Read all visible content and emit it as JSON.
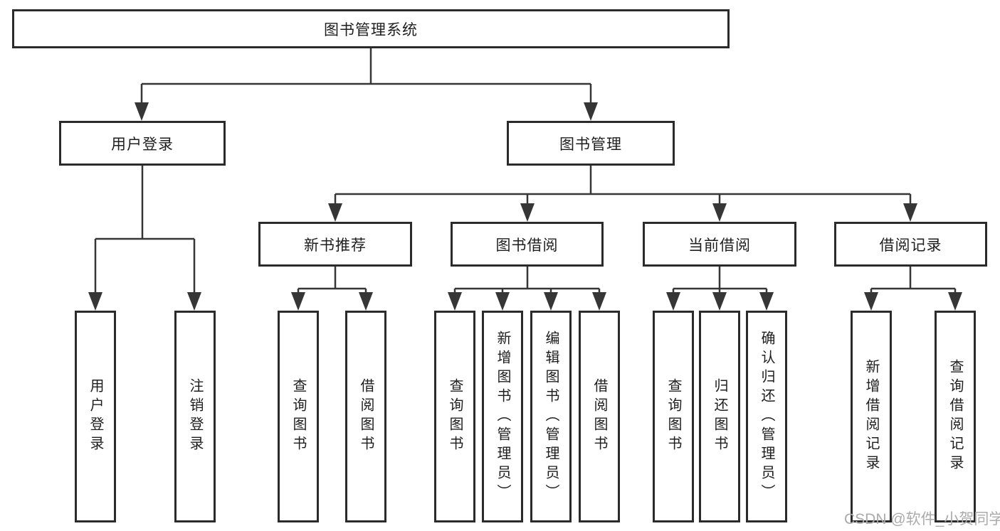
{
  "tree": {
    "label": "图书管理系统",
    "children": [
      {
        "label": "用户登录",
        "children": [
          {
            "label": "用户登录"
          },
          {
            "label": "注销登录"
          }
        ]
      },
      {
        "label": "图书管理",
        "children": [
          {
            "label": "新书推荐",
            "children": [
              {
                "label": "查询图书"
              },
              {
                "label": "借阅图书"
              }
            ]
          },
          {
            "label": "图书借阅",
            "children": [
              {
                "label": "查询图书"
              },
              {
                "label": "新增图书（管理员）"
              },
              {
                "label": "编辑图书（管理员）"
              },
              {
                "label": "借阅图书"
              }
            ]
          },
          {
            "label": "当前借阅",
            "children": [
              {
                "label": "查询图书"
              },
              {
                "label": "归还图书"
              },
              {
                "label": "确认归还（管理员）"
              }
            ]
          },
          {
            "label": "借阅记录",
            "children": [
              {
                "label": "新增借阅记录"
              },
              {
                "label": "查询借阅记录"
              }
            ]
          }
        ]
      }
    ]
  },
  "watermark": "CSDN @软件_小贺同学",
  "colors": {
    "line": "#363636",
    "box_border": "#2b2b2b",
    "text": "#1e1e1e",
    "background": "#ffffff",
    "watermark": "#ababab"
  }
}
